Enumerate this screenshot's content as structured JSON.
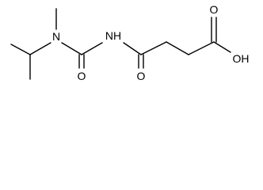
{
  "structure": {
    "atoms": {
      "n_amine": "N",
      "n_amide": "NH",
      "o_urea": "O",
      "o_amide": "O",
      "o_carbonyl": "O",
      "oh": "OH"
    },
    "colors": {
      "bond": "#000000",
      "text": "#000000",
      "background": "#ffffff"
    }
  }
}
